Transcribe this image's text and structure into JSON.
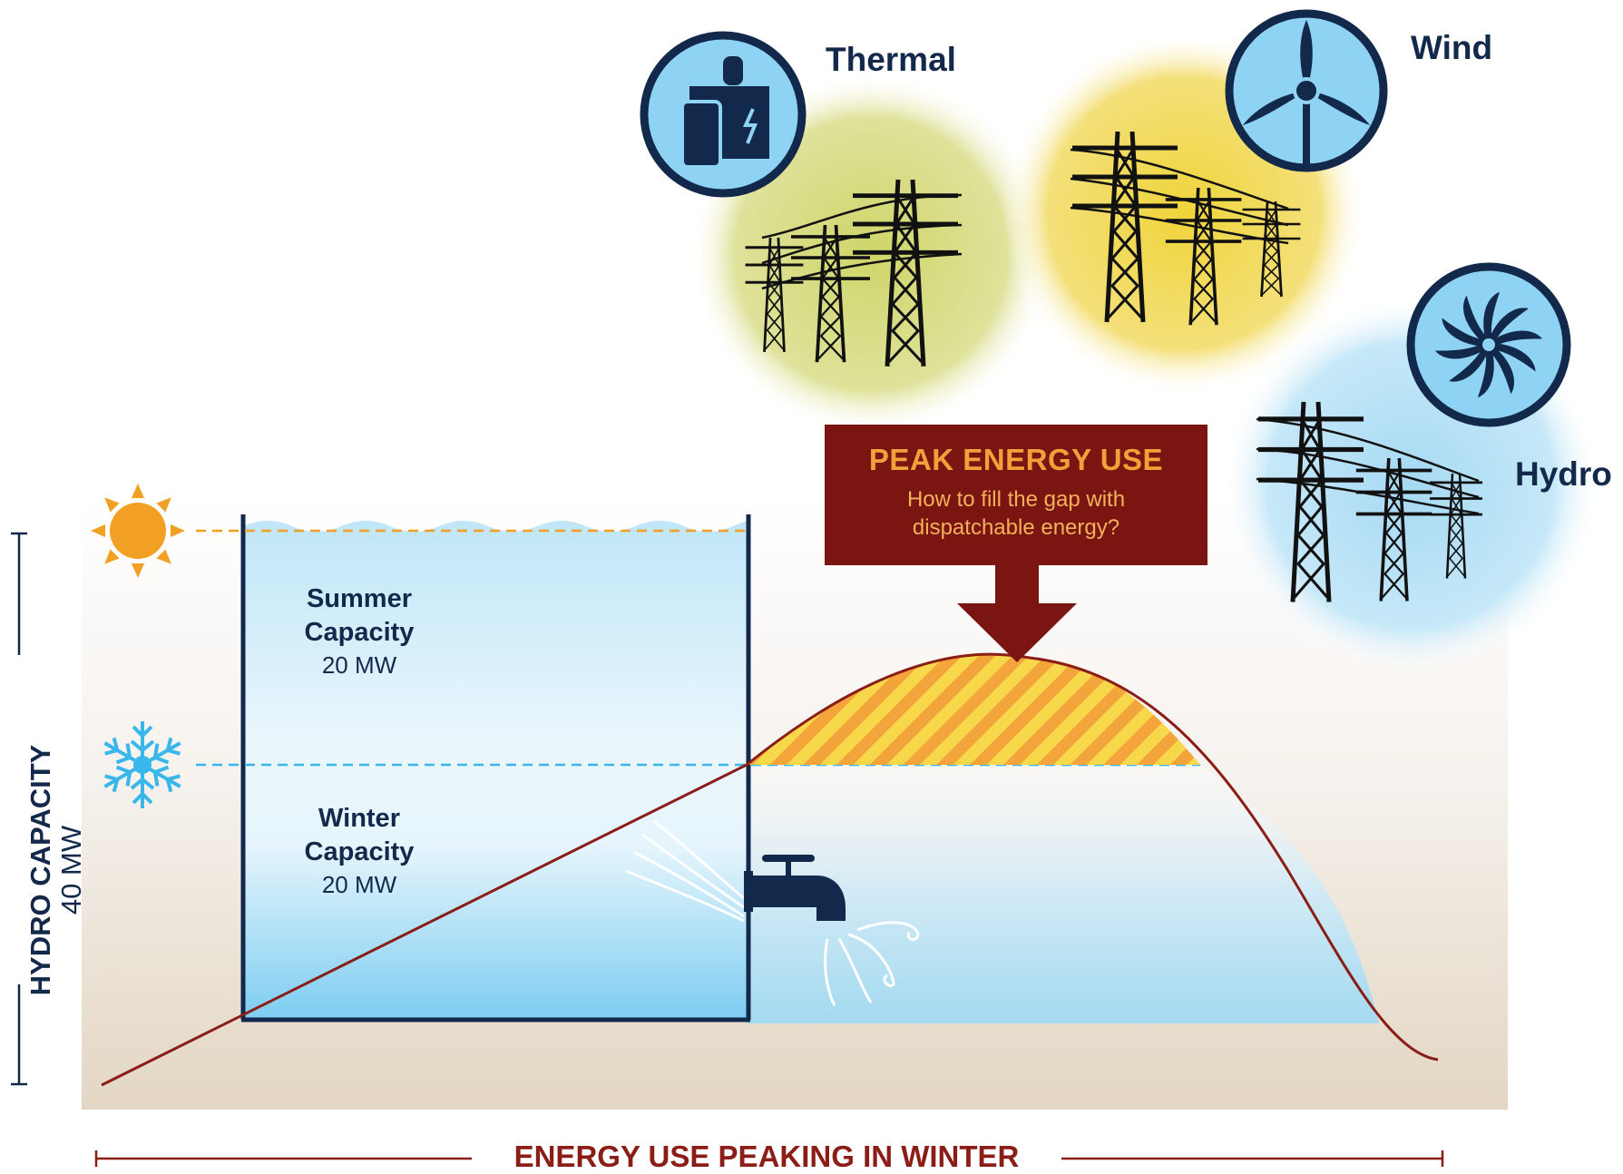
{
  "sources": {
    "thermal": "Thermal",
    "wind": "Wind",
    "hydro": "Hydro"
  },
  "peak": {
    "title": "PEAK ENERGY USE",
    "subtitle_line1": "How to fill the gap with",
    "subtitle_line2": "dispatchable energy?"
  },
  "tank": {
    "summer_line1": "Summer",
    "summer_line2": "Capacity",
    "summer_value": "20 MW",
    "winter_line1": "Winter",
    "winter_line2": "Capacity",
    "winter_value": "20 MW"
  },
  "axes": {
    "y_title": "HYDRO CAPACITY",
    "y_value": "40 MW",
    "x_title": "ENERGY USE PEAKING IN WINTER"
  },
  "colors": {
    "navy": "#13294b",
    "maroon": "#8b1d17",
    "peak_box": "#7a1512",
    "peak_text": "#f0a23a",
    "thermal_glow": "#d8dc8a",
    "wind_glow": "#f2dc5a",
    "hydro_glow": "#bfe3f5",
    "icon_fill": "#8fd3f4",
    "water": "#a8dcf5",
    "gap_orange": "#f3a53c",
    "gap_yellow": "#f7d84b",
    "sun": "#f2a023",
    "snow": "#39b6ea"
  },
  "icons": [
    "sun-icon",
    "snowflake-icon",
    "faucet-icon",
    "thermal-plant-icon",
    "wind-turbine-icon",
    "hydro-turbine-icon",
    "transmission-tower-icon"
  ]
}
